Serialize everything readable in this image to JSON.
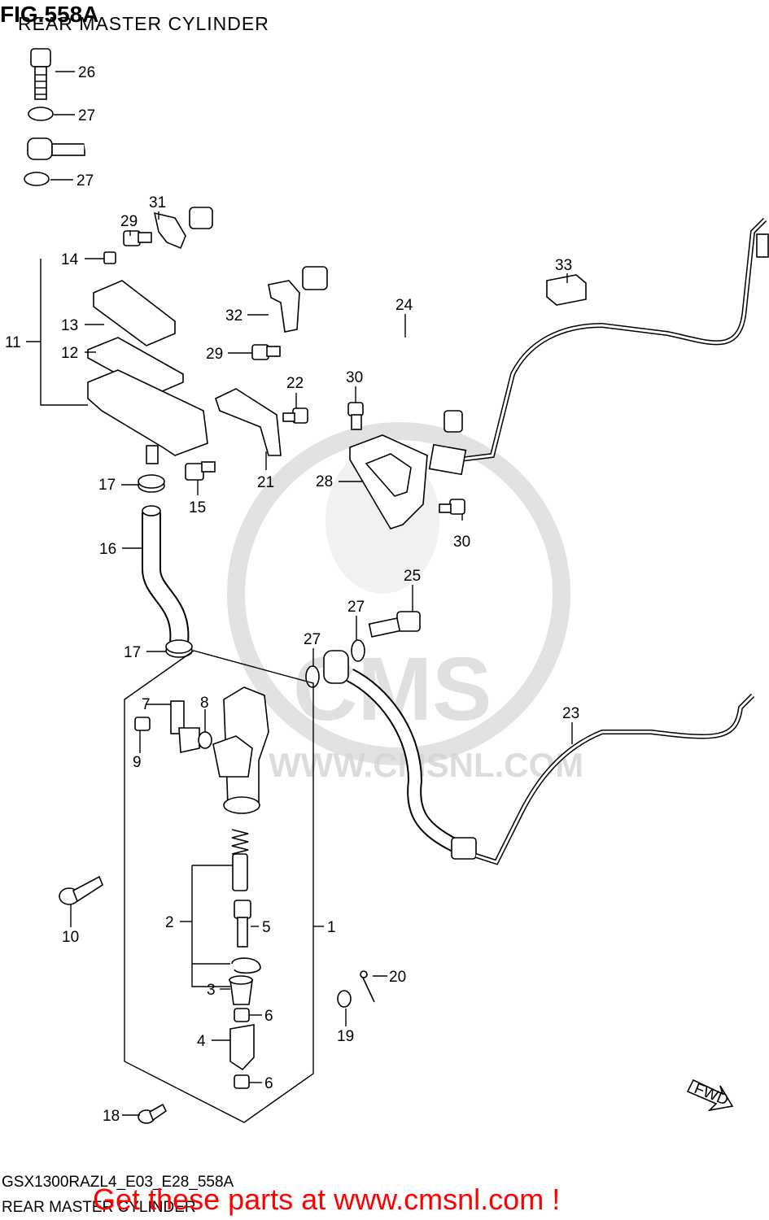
{
  "header": {
    "fig_number": "FIG.558A",
    "title": "REAR MASTER CYLINDER"
  },
  "callouts": {
    "c1": "1",
    "c2": "2",
    "c3": "3",
    "c4": "4",
    "c5": "5",
    "c6a": "6",
    "c6b": "6",
    "c7": "7",
    "c8": "8",
    "c9": "9",
    "c10": "10",
    "c11": "11",
    "c12": "12",
    "c13": "13",
    "c14": "14",
    "c15": "15",
    "c16": "16",
    "c17a": "17",
    "c17b": "17",
    "c18": "18",
    "c19": "19",
    "c20": "20",
    "c21": "21",
    "c22": "22",
    "c23": "23",
    "c24": "24",
    "c25": "25",
    "c26": "26",
    "c27a": "27",
    "c27b": "27",
    "c27c": "27",
    "c27d": "27",
    "c28": "28",
    "c29a": "29",
    "c29b": "29",
    "c30a": "30",
    "c30b": "30",
    "c31": "31",
    "c32": "32",
    "c33": "33"
  },
  "direction_label": "FWD",
  "watermark": {
    "brand": "CMS",
    "url": "WWW.CMSNL.COM"
  },
  "footer": {
    "code": "GSX1300RAZL4_E03_E28_558A",
    "name": "REAR MASTER CYLINDER",
    "promo": "Get these parts at www.cmsnl.com !"
  }
}
